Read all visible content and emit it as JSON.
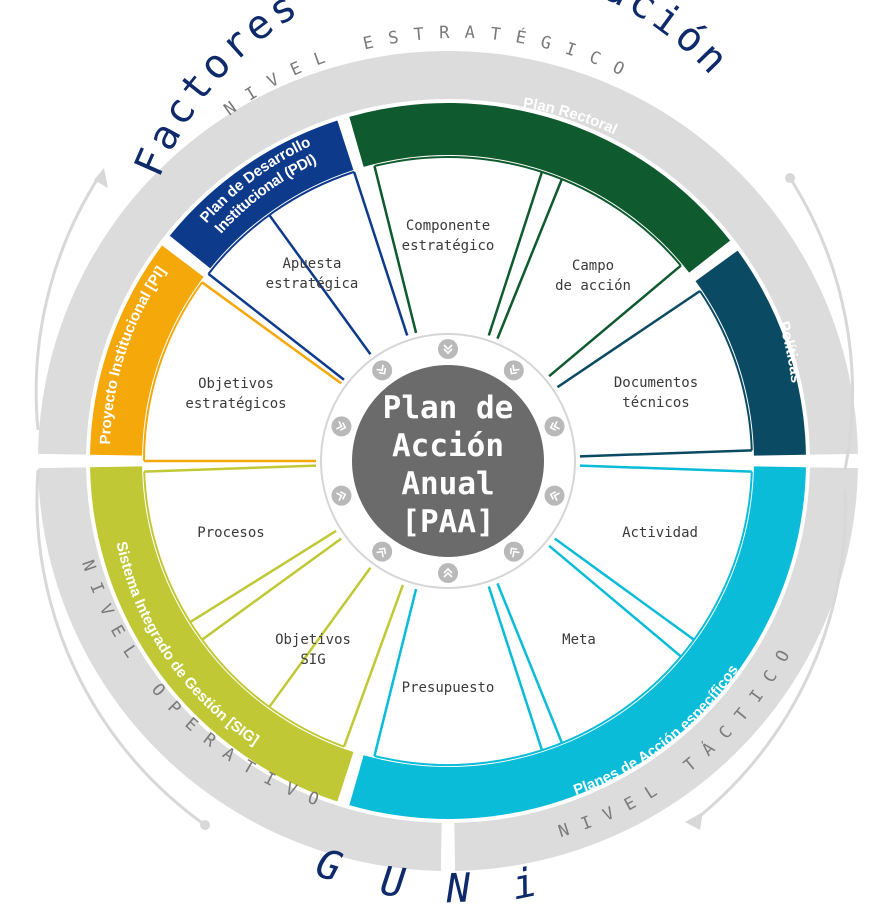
{
  "arc_titles": {
    "top": "Factores de acreditación",
    "bottom": "GUNi"
  },
  "levels": {
    "strategic": "NIVEL ESTRATÉGICO",
    "operative": "NIVEL OPERATIVO",
    "tactical": "NIVEL TÁCTICO"
  },
  "center": {
    "lines": [
      "Plan de",
      "Acción",
      "Anual",
      "[PAA]"
    ]
  },
  "bands": {
    "pdi": [
      "Plan de Desarrollo",
      "Institucional (PDI)"
    ],
    "pi": "Proyecto Institucional [PI]",
    "rectoral": "Plan Rectoral",
    "politicas": "Políticas",
    "sig": "Sistema Integrado de Gestión [SIG]",
    "planes": "Planes de Acción específicos"
  },
  "segments": {
    "apuesta": [
      "Apuesta",
      "estratégica"
    ],
    "objetivos_estrategicos": [
      "Objetivos",
      "estratégicos"
    ],
    "componente": [
      "Componente",
      "estratégico"
    ],
    "campo": [
      "Campo",
      "de acción"
    ],
    "documentos": [
      "Documentos",
      "técnicos"
    ],
    "procesos": [
      "Procesos"
    ],
    "objetivos_sig": [
      "Objetivos",
      "SIG"
    ],
    "presupuesto": [
      "Presupuesto"
    ],
    "actividad": [
      "Actividad"
    ],
    "meta": [
      "Meta"
    ]
  },
  "colors": {
    "pdi": "#0e3a8c",
    "pi": "#f5a80a",
    "rectoral": "#0f5a2e",
    "politicas": "#0b4a63",
    "sig": "#c0c835",
    "planes": "#0abcd8",
    "ring": "#dcdcdc",
    "center": "#6b6b6b",
    "node": "#b9b9b9",
    "title": "#0e2a6b"
  }
}
